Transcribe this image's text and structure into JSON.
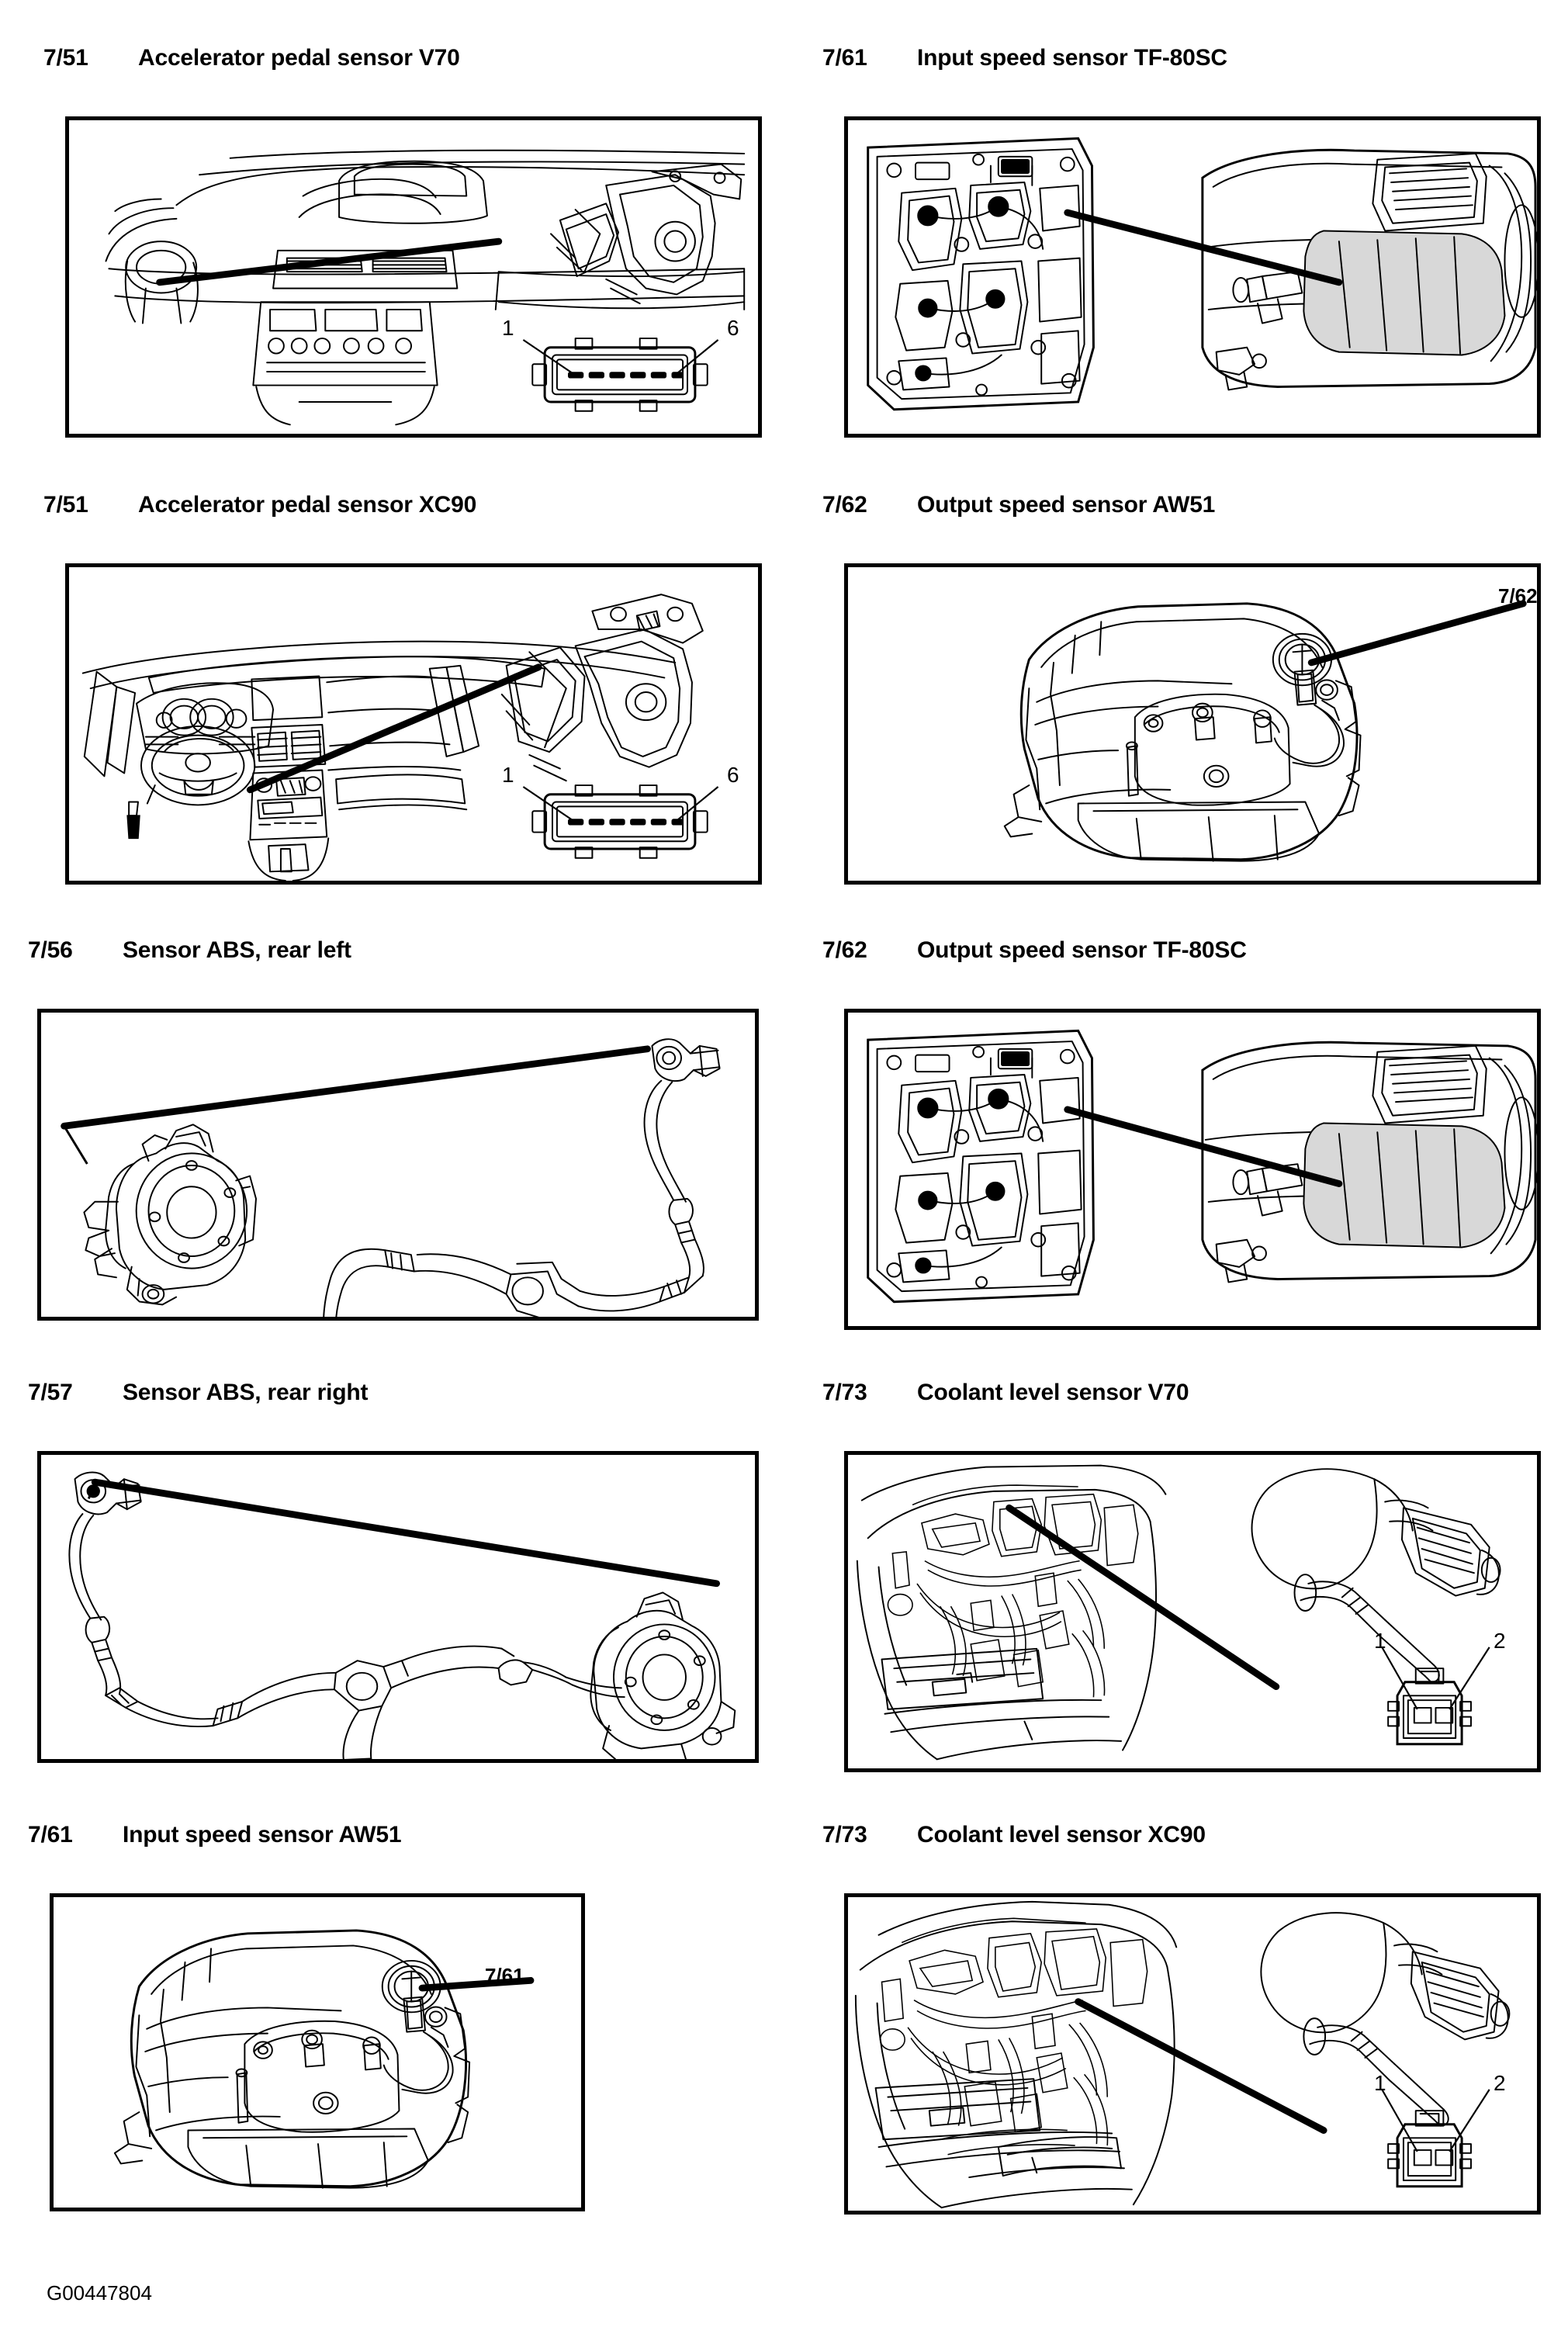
{
  "document": {
    "footer_id": "G00447804",
    "figure_count": 10
  },
  "figures": [
    {
      "code": "7/51",
      "title": "Accelerator pedal sensor V70",
      "position": "row1-left",
      "artwork": "dashboard-v70-with-accelerator-pedal-sensor",
      "connector": {
        "pins": 6,
        "labels": [
          "1",
          "6"
        ]
      },
      "callouts": []
    },
    {
      "code": "7/61",
      "title": "Input speed sensor TF-80SC",
      "position": "row1-right",
      "artwork": "tf80sc-valve-body-and-transmission",
      "connector": null,
      "callouts": []
    },
    {
      "code": "7/51",
      "title": "Accelerator pedal sensor XC90",
      "position": "row2-left",
      "artwork": "dashboard-xc90-with-accelerator-pedal-sensor",
      "connector": {
        "pins": 6,
        "labels": [
          "1",
          "6"
        ]
      },
      "callouts": []
    },
    {
      "code": "7/62",
      "title": "Output speed sensor AW51",
      "position": "row2-right",
      "artwork": "aw51-transmission",
      "connector": null,
      "callouts": [
        "7/62"
      ]
    },
    {
      "code": "7/56",
      "title": "Sensor ABS, rear left",
      "position": "row3-left",
      "artwork": "rear-left-hub-with-abs-sensor-cable",
      "connector": null,
      "callouts": []
    },
    {
      "code": "7/62",
      "title": "Output speed sensor TF-80SC",
      "position": "row3-right",
      "artwork": "tf80sc-valve-body-and-transmission",
      "connector": null,
      "callouts": []
    },
    {
      "code": "7/57",
      "title": "Sensor ABS, rear right",
      "position": "row4-left",
      "artwork": "rear-right-hub-with-abs-sensor-cable",
      "connector": null,
      "callouts": []
    },
    {
      "code": "7/73",
      "title": "Coolant level sensor V70",
      "position": "row4-right",
      "artwork": "v70-engine-bay-with-coolant-level-sensor",
      "connector": {
        "pins": 2,
        "labels": [
          "1",
          "2"
        ]
      },
      "callouts": []
    },
    {
      "code": "7/61",
      "title": "Input speed sensor AW51",
      "position": "row5-left",
      "artwork": "aw51-transmission",
      "connector": null,
      "callouts": [
        "7/61"
      ]
    },
    {
      "code": "7/73",
      "title": "Coolant level sensor XC90",
      "position": "row5-right",
      "artwork": "xc90-engine-bay-with-coolant-level-sensor",
      "connector": {
        "pins": 2,
        "labels": [
          "1",
          "2"
        ]
      },
      "callouts": []
    }
  ],
  "colors": {
    "ink": "#000000",
    "paper": "#ffffff",
    "shade": "#d8d8d8"
  }
}
